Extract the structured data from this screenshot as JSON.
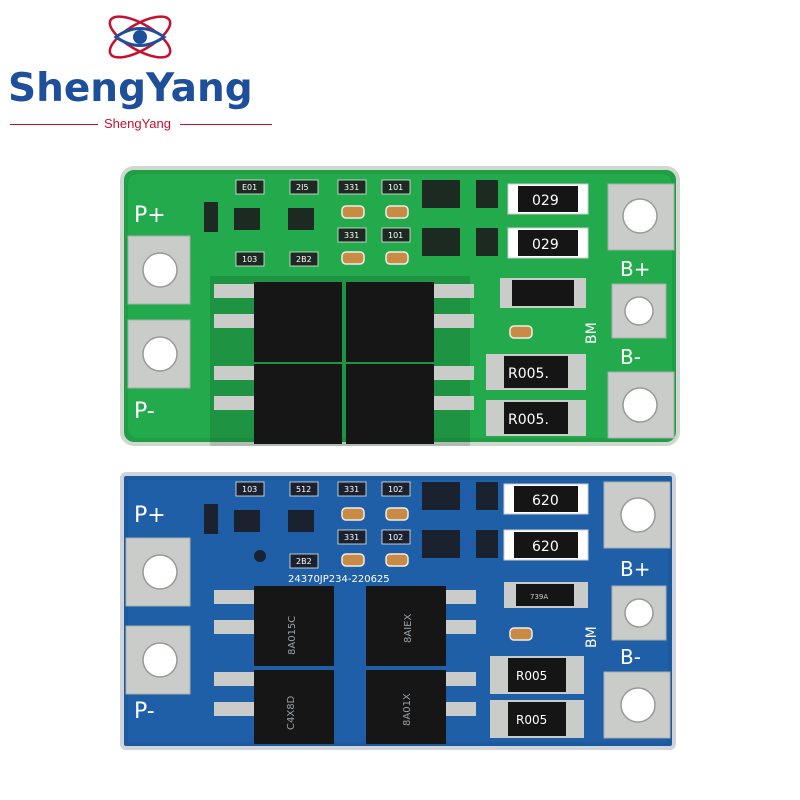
{
  "brand": {
    "name": "ShengYang",
    "subtitle": "ShengYang",
    "logo_icon": "eye-orbit-logo",
    "colors": {
      "name": "#1d4f9a",
      "accent": "#c8102e"
    }
  },
  "boards": {
    "green": {
      "color": "#1fa64a",
      "labels": {
        "p_plus": "P+",
        "p_minus": "P-",
        "b_plus": "B+",
        "b_minus": "B-",
        "bm": "BM",
        "r1": "029",
        "r2": "029",
        "r3": "R005.",
        "r4": "R005.",
        "smd": [
          "E01",
          "2I5",
          "331",
          "101",
          "331",
          "101",
          "2B2",
          "103"
        ]
      }
    },
    "blue": {
      "color": "#1f5fa8",
      "labels": {
        "p_plus": "P+",
        "p_minus": "P-",
        "b_plus": "B+",
        "b_minus": "B-",
        "bm": "BM",
        "r1": "620",
        "r2": "620",
        "r3": "R005",
        "r4": "R005",
        "r5": "739A",
        "serial": "24370JP234-220625",
        "smd": [
          "103",
          "512",
          "331",
          "102",
          "331",
          "102",
          "2B2"
        ],
        "mosfets": [
          "8A015C",
          "8AIEX",
          "C4X8D",
          "8A01X"
        ]
      }
    }
  }
}
